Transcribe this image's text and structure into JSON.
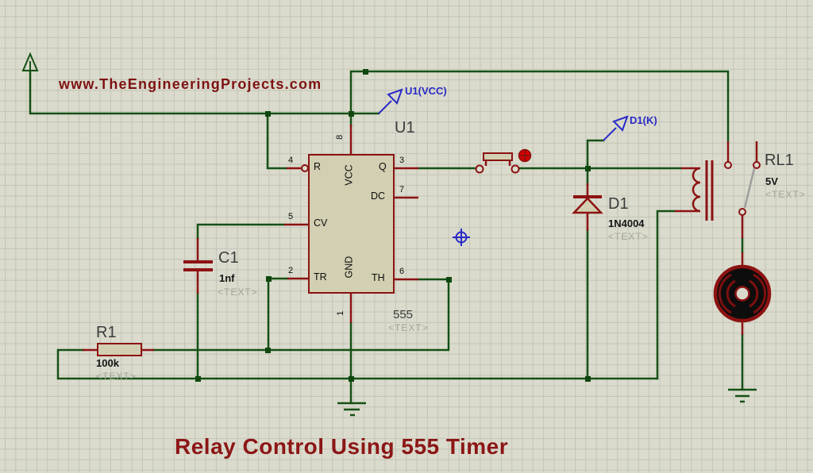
{
  "window": {
    "watermark": "www.TheEngineeringProjects.com",
    "caption": "Relay Control Using 555 Timer"
  },
  "colors": {
    "background": "#dadbcd",
    "grid": "#c3c4b5",
    "wire_green": "#155115",
    "component_red": "#8c1212",
    "component_fill": "#d2cfb2",
    "ref_text": "#3c3c3c",
    "placeholder_gray": "#a3a39b",
    "probe_blue": "#2a2ac8",
    "brand_red": "#7e1212",
    "indicator_red": "#d40000",
    "relay_arm_gray": "#9e9e9e"
  },
  "u1": {
    "ref": "U1",
    "device": "555",
    "placeholder": "<TEXT>",
    "pins": [
      {
        "num": "8",
        "name": "VCC"
      },
      {
        "num": "4",
        "name": "R"
      },
      {
        "num": "5",
        "name": "CV"
      },
      {
        "num": "2",
        "name": "TR"
      },
      {
        "num": "3",
        "name": "Q"
      },
      {
        "num": "7",
        "name": "DC"
      },
      {
        "num": "6",
        "name": "TH"
      },
      {
        "num": "1",
        "name": "GND"
      }
    ]
  },
  "r1": {
    "ref": "R1",
    "value": "100k",
    "placeholder": "<TEXT>"
  },
  "c1": {
    "ref": "C1",
    "value": "1nf",
    "placeholder": "<TEXT>"
  },
  "d1": {
    "ref": "D1",
    "value": "1N4004",
    "placeholder": "<TEXT>"
  },
  "rl1": {
    "ref": "RL1",
    "value": "5V",
    "placeholder": "<TEXT>"
  },
  "probes": {
    "vcc_label": "U1(VCC)",
    "d1k_label": "D1(K)"
  }
}
